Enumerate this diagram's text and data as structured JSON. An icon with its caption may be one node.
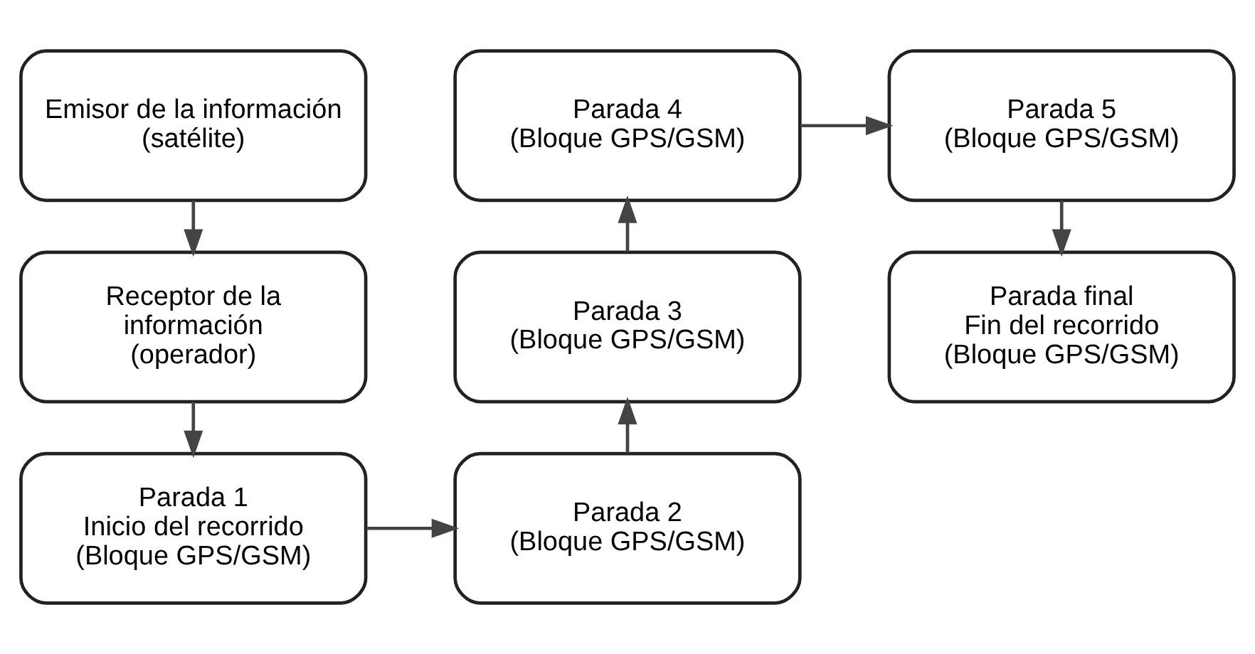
{
  "diagram": {
    "nodes": [
      {
        "text": [
          "Emisor de la información",
          "(satélite)"
        ]
      },
      {
        "text": [
          "Parada 4",
          "(Bloque GPS/GSM)"
        ]
      },
      {
        "text": [
          "Parada 5",
          "(Bloque GPS/GSM)"
        ]
      },
      {
        "text": [
          "Receptor de la",
          "información",
          "(operador)"
        ]
      },
      {
        "text": [
          "Parada 3",
          "(Bloque GPS/GSM)"
        ]
      },
      {
        "text": [
          "Parada final",
          "Fin del recorrido",
          "(Bloque GPS/GSM)"
        ]
      },
      {
        "text": [
          "Parada 1",
          "Inicio del recorrido",
          "(Bloque GPS/GSM)"
        ]
      },
      {
        "text": [
          "Parada 2",
          "(Bloque GPS/GSM)"
        ]
      }
    ],
    "edges": [
      {
        "from": 0,
        "to": 3,
        "arrow": "to"
      },
      {
        "from": 3,
        "to": 6,
        "arrow": "to"
      },
      {
        "from": 6,
        "to": 7,
        "arrow": "to"
      },
      {
        "from": 7,
        "to": 4,
        "arrow": "to"
      },
      {
        "from": 4,
        "to": 1,
        "arrow": "to"
      },
      {
        "from": 1,
        "to": 2,
        "arrow": "to"
      },
      {
        "from": 2,
        "to": 5,
        "arrow": "to"
      }
    ]
  }
}
